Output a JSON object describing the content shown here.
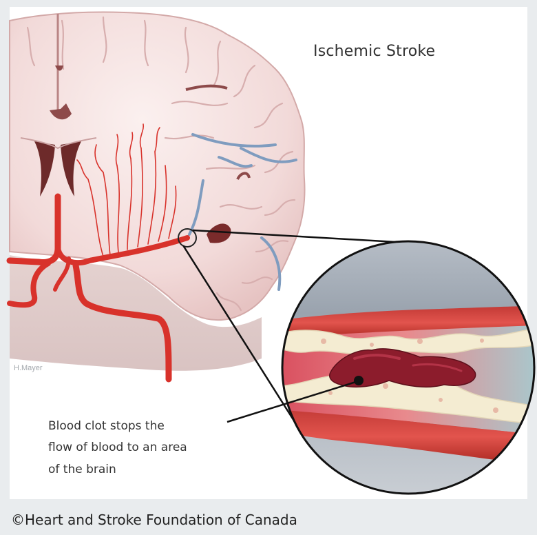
{
  "title": "Ischemic Stroke",
  "artist": "H.Mayer",
  "caption": {
    "line1": "Blood clot stops the",
    "line2": "flow of blood to an area",
    "line3": "of the brain"
  },
  "credit": "©Heart and Stroke Foundation of Canada",
  "colors": {
    "brain": "#f2d9d8",
    "cortex_outline": "#d4aaa9",
    "artery": "#d8322b",
    "vein": "#7f9cbf",
    "clot": "#8c1c2c",
    "plaque": "#f4ecd2"
  }
}
